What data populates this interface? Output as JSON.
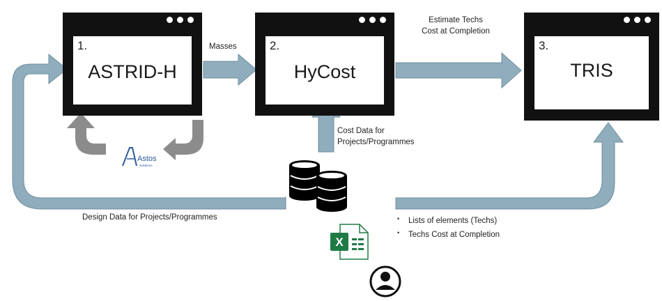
{
  "windows": [
    {
      "number": "1.",
      "name": "ASTRID-H"
    },
    {
      "number": "2.",
      "name": "HyCost"
    },
    {
      "number": "3.",
      "name": "TRIS"
    }
  ],
  "labels": {
    "masses": "Masses",
    "estimate_line1": "Estimate Techs",
    "estimate_line2": "Cost at Completion",
    "cost_data_line1": "Cost Data for",
    "cost_data_line2": "Projects/Programmes",
    "design_data": "Design Data for Projects/Programmes"
  },
  "outputs": [
    "Lists of elements (Techs)",
    "Techs Cost at Completion"
  ],
  "logo": {
    "text": "Astos",
    "subtext": "Solutions"
  },
  "excel": {
    "letter": "X"
  },
  "colors": {
    "arrow": "#8fadbc",
    "arrow_stroke": "#6f8e9e",
    "loop_arrow": "#8c8c8c",
    "excel_green": "#1e7b45",
    "window": "#111111"
  }
}
